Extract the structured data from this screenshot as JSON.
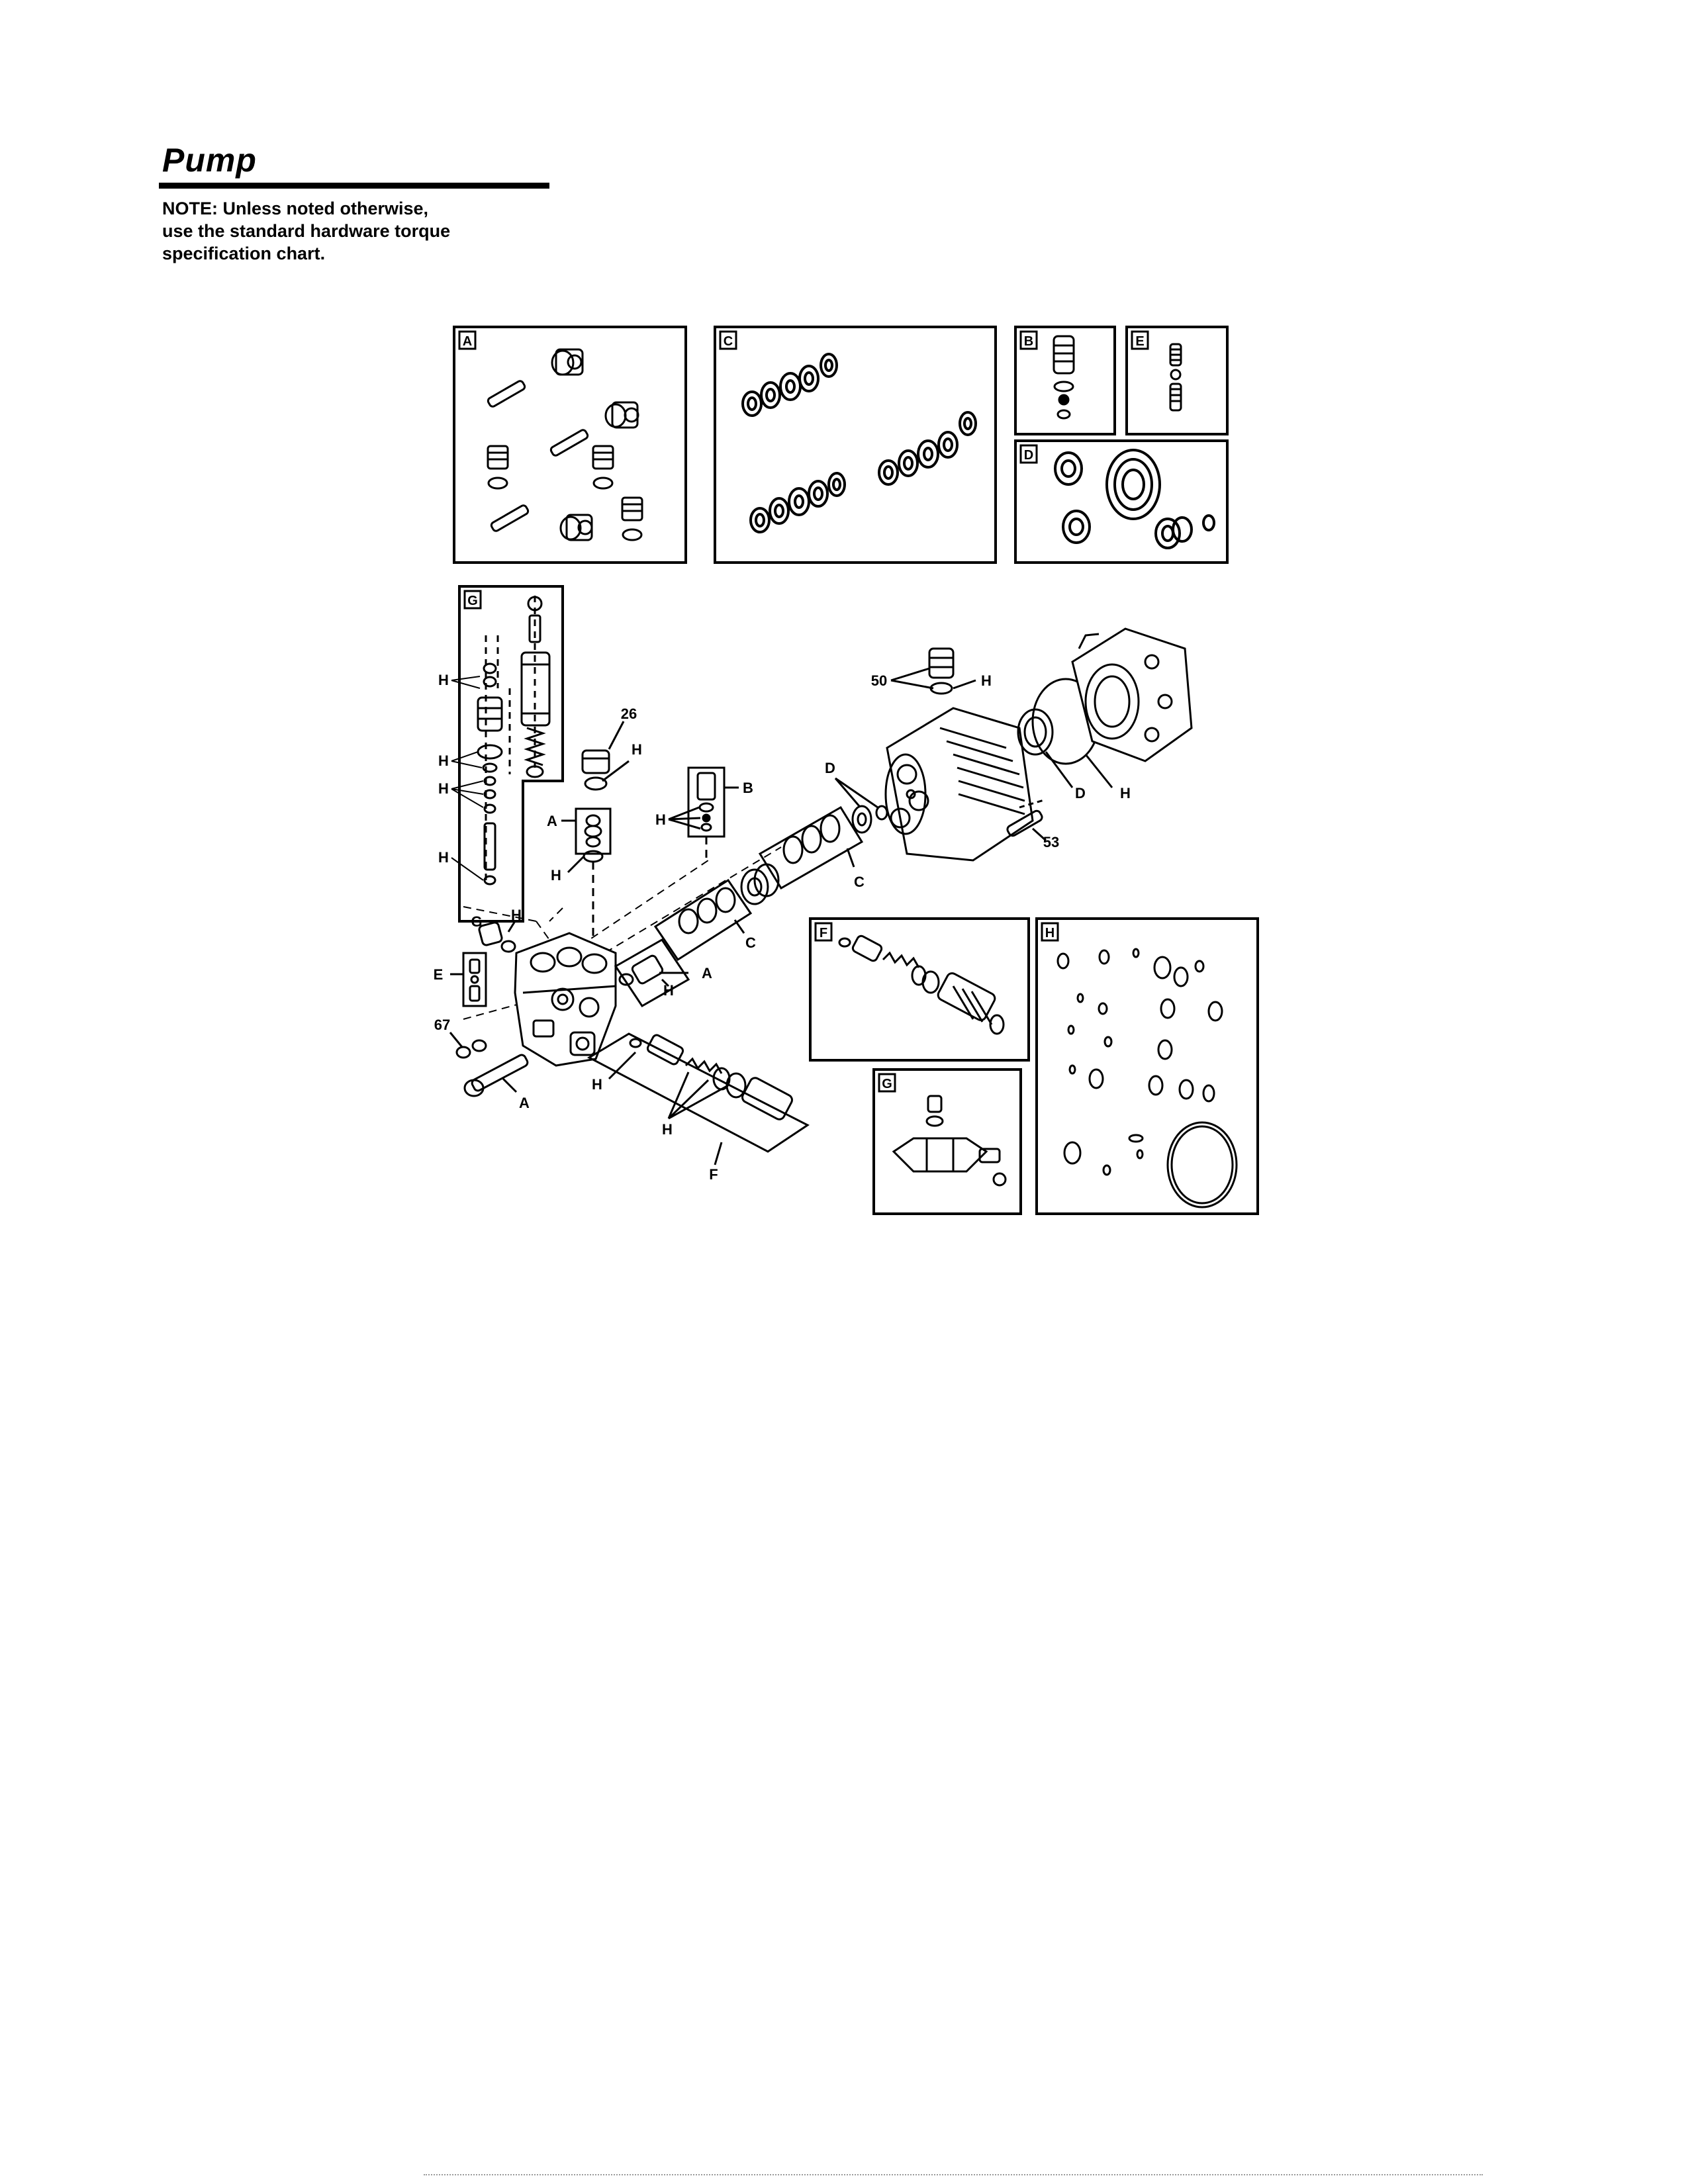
{
  "header": {
    "title": "Pump",
    "note": "NOTE: Unless noted otherwise,\nuse the standard hardware torque\nspecification chart."
  },
  "kits": {
    "A": "A",
    "B": "B",
    "C": "C",
    "D": "D",
    "E": "E",
    "F": "F",
    "G": "G",
    "H": "H"
  },
  "callouts": {
    "part_26": "26",
    "part_50": "50",
    "part_53": "53",
    "part_67": "67"
  }
}
